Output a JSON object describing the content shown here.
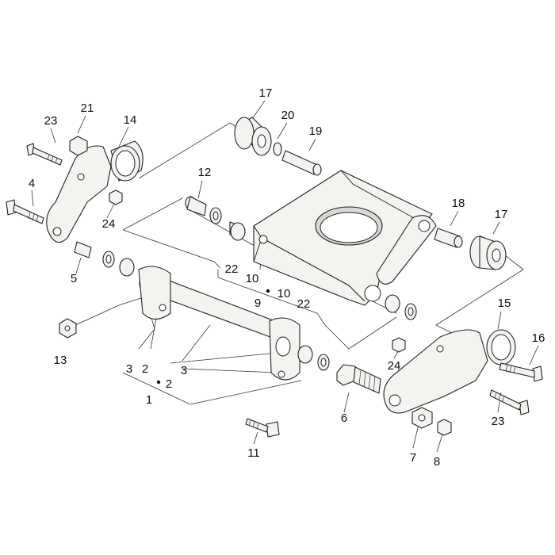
{
  "callouts": {
    "c1": "1",
    "c2a": "2",
    "c2b": "2",
    "c3a": "3",
    "c3b": "3",
    "c4": "4",
    "c5": "5",
    "c6": "6",
    "c7": "7",
    "c8": "8",
    "c9": "9",
    "c10a": "10",
    "c10b": "10",
    "c11": "11",
    "c12": "12",
    "c13": "13",
    "c14": "14",
    "c15": "15",
    "c16": "16",
    "c17a": "17",
    "c17b": "17",
    "c18": "18",
    "c19": "19",
    "c20": "20",
    "c21": "21",
    "c22a": "22",
    "c22b": "22",
    "c23a": "23",
    "c23b": "23",
    "c24a": "24",
    "c24b": "24"
  }
}
